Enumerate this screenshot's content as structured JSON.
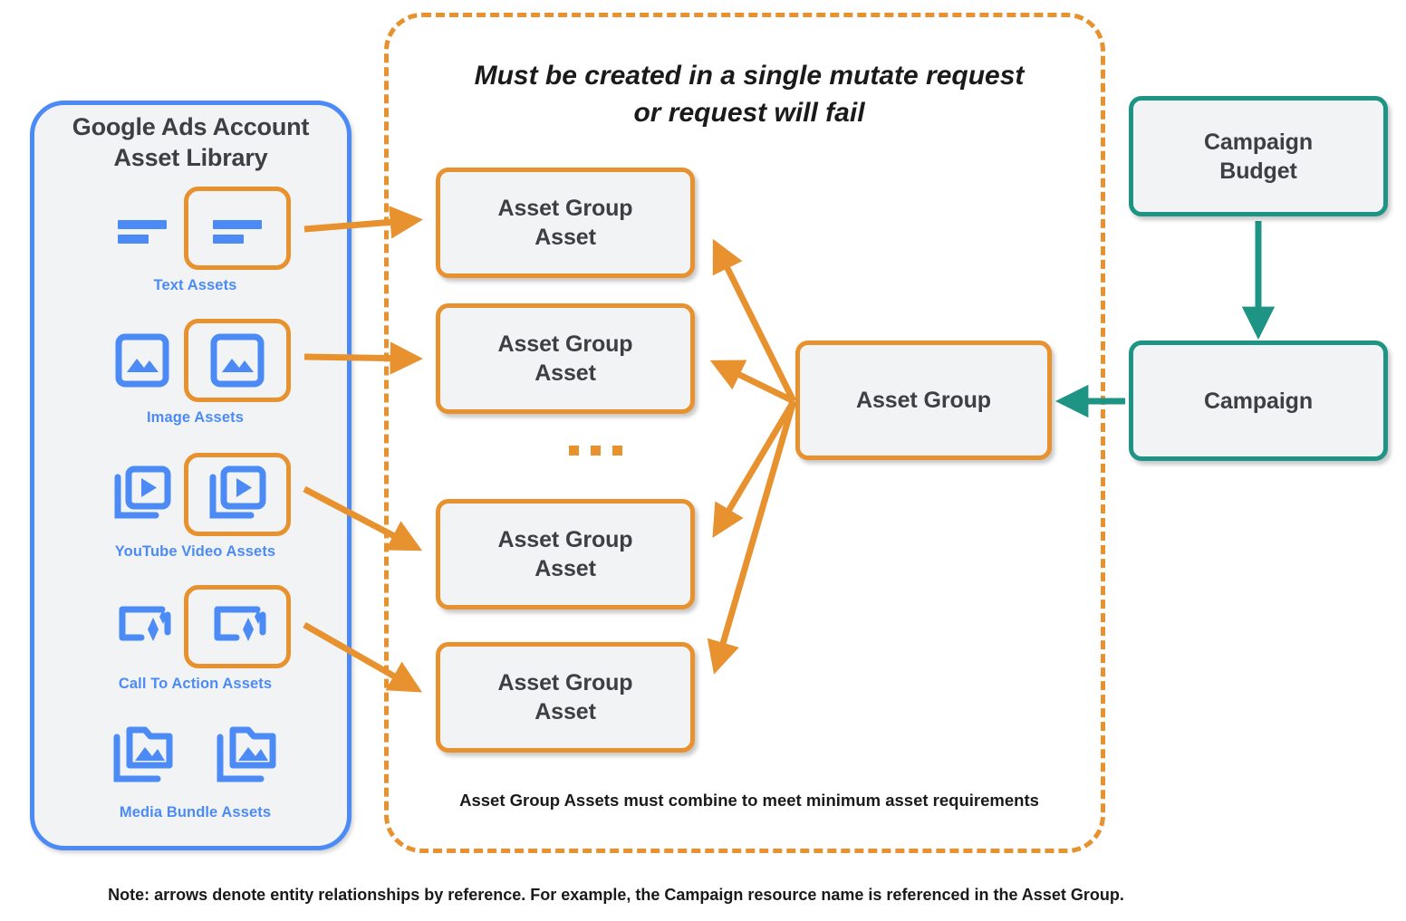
{
  "colors": {
    "orange": "#E8912F",
    "blue": "#4C8BF5",
    "teal": "#1E9485",
    "node_fill": "#f1f3f4",
    "text_dark": "#3c4043"
  },
  "sidebar": {
    "title_line1": "Google Ads Account",
    "title_line2": "Asset Library",
    "assets": [
      {
        "label": "Text Assets",
        "icon": "text-asset-icon",
        "highlighted": true
      },
      {
        "label": "Image Assets",
        "icon": "image-asset-icon",
        "highlighted": true
      },
      {
        "label": "YouTube Video  Assets",
        "icon": "video-asset-icon",
        "highlighted": true
      },
      {
        "label": "Call To Action Assets",
        "icon": "call-to-action-icon",
        "highlighted": true
      },
      {
        "label": "Media Bundle  Assets",
        "icon": "media-bundle-asset-icon",
        "highlighted": false
      }
    ]
  },
  "mutate_region": {
    "title_line1": "Must be created in a single mutate request",
    "title_line2": "or request will fail",
    "footer": "Asset Group Assets must combine to meet minimum asset requirements",
    "ellipsis": "...",
    "asset_group_assets": [
      {
        "line1": "Asset Group",
        "line2": "Asset"
      },
      {
        "line1": "Asset Group",
        "line2": "Asset"
      },
      {
        "line1": "Asset Group",
        "line2": "Asset"
      },
      {
        "line1": "Asset Group",
        "line2": "Asset"
      }
    ],
    "asset_group": {
      "label": "Asset Group"
    }
  },
  "campaign_side": {
    "budget": {
      "line1": "Campaign",
      "line2": "Budget"
    },
    "campaign": {
      "label": "Campaign"
    }
  },
  "footer_note": "Note: arrows denote entity relationships by reference. For example, the Campaign resource name is referenced in the Asset Group."
}
